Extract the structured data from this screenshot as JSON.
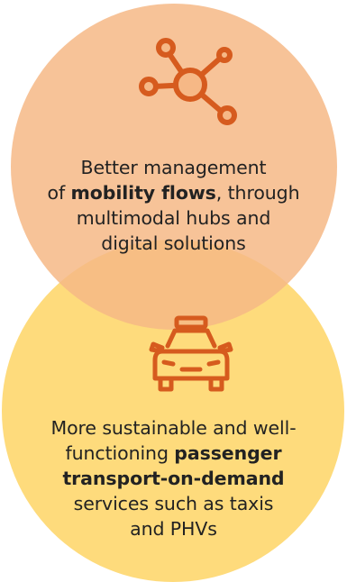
{
  "colors": {
    "top_circle": "#f6b886",
    "bottom_circle": "#fedb7c",
    "icon_stroke": "#d65b1e",
    "text": "#222222"
  },
  "top_block": {
    "icon": "network-hub-icon",
    "line1": "Better management",
    "line2_prefix": "of ",
    "line2_bold": "mobility flows",
    "line2_suffix": ", through",
    "line3": "multimodal hubs and",
    "line4": "digital solutions"
  },
  "bottom_block": {
    "icon": "taxi-icon",
    "line1": "More sustainable and well-",
    "line2_prefix": "functioning ",
    "line2_bold": "passenger",
    "line3_bold": "transport-on-demand",
    "line4": "services such as taxis",
    "line5": "and PHVs"
  }
}
